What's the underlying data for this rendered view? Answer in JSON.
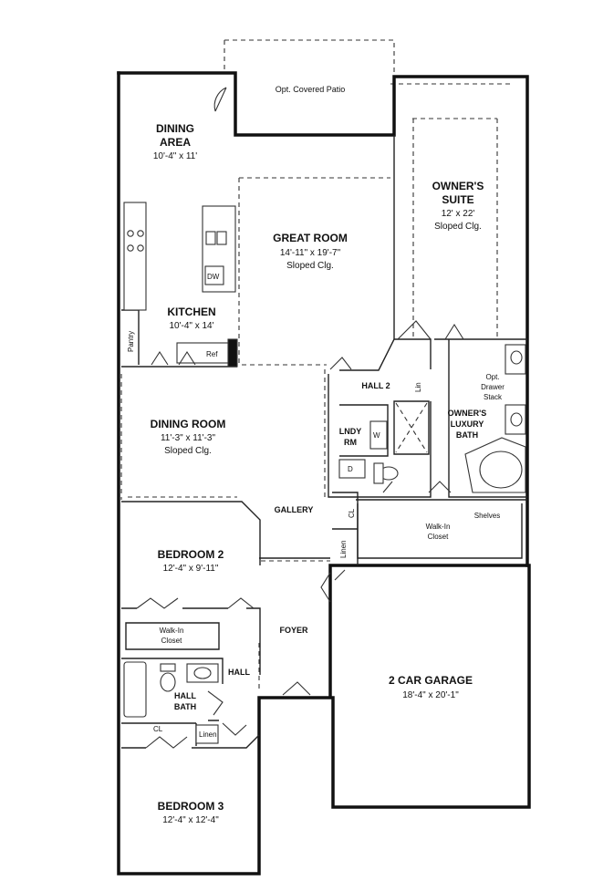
{
  "rooms": {
    "covered_patio": "Opt. Covered Patio",
    "dining_area": {
      "name1": "DINING",
      "name2": "AREA",
      "dims": "10'-4\" x 11'"
    },
    "great_room": {
      "name": "GREAT ROOM",
      "dims": "14'-11\" x 19'-7\"",
      "note": "Sloped Clg."
    },
    "owners_suite": {
      "name1": "OWNER'S",
      "name2": "SUITE",
      "dims": "12' x 22'",
      "note": "Sloped Clg."
    },
    "kitchen": {
      "name": "KITCHEN",
      "dims": "10'-4\" x 14'"
    },
    "dining_room": {
      "name": "DINING ROOM",
      "dims": "11'-3\" x 11'-3\"",
      "note": "Sloped Clg."
    },
    "hall2": "HALL 2",
    "lndy": {
      "name1": "LNDY",
      "name2": "RM"
    },
    "owners_bath": {
      "name1": "OWNER'S",
      "name2": "LUXURY",
      "name3": "BATH"
    },
    "drawer_stack": {
      "l1": "Opt.",
      "l2": "Drawer",
      "l3": "Stack"
    },
    "gallery": "GALLERY",
    "walkin_owner": {
      "l1": "Walk-In",
      "l2": "Closet"
    },
    "shelves": "Shelves",
    "bedroom2": {
      "name": "BEDROOM 2",
      "dims": "12'-4\" x 9'-11\""
    },
    "walkin_bed2": {
      "l1": "Walk-In",
      "l2": "Closet"
    },
    "foyer": "FOYER",
    "hall": "HALL",
    "hall_bath": {
      "name1": "HALL",
      "name2": "BATH"
    },
    "garage": {
      "name": "2 CAR GARAGE",
      "dims": "18'-4\" x 20'-1\""
    },
    "bedroom3": {
      "name": "BEDROOM 3",
      "dims": "12'-4\" x 12'-4\""
    }
  },
  "fixtures": {
    "pantry": "Pantry",
    "ref": "Ref",
    "dw": "DW",
    "w": "W",
    "d": "D",
    "lin": "Lin",
    "cl_small": "CL",
    "linen_gallery": "Linen",
    "cl_hall": "CL",
    "linen_hall": "Linen"
  }
}
